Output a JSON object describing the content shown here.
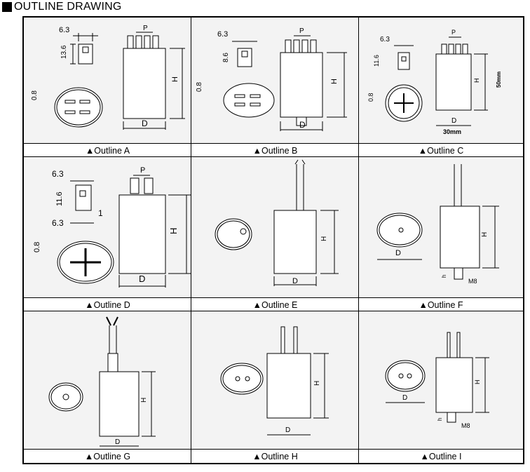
{
  "header": {
    "title": "OUTLINE DRAWING"
  },
  "dims": {
    "p": "P",
    "h": "H",
    "d": "D",
    "h_small": "h",
    "w63": "6.3",
    "h136": "13.6",
    "t08": "0.8",
    "h86": "8.6",
    "h116": "11.6",
    "one": "1",
    "m8": "M8",
    "mm50": "50mm",
    "mm30": "30mm"
  },
  "outlines": [
    {
      "id": "A",
      "caption": "▲Outline A"
    },
    {
      "id": "B",
      "caption": "▲Outline B"
    },
    {
      "id": "C",
      "caption": "▲Outline C"
    },
    {
      "id": "D",
      "caption": "▲Outline D"
    },
    {
      "id": "E",
      "caption": "▲Outline E"
    },
    {
      "id": "F",
      "caption": "▲Outline F"
    },
    {
      "id": "G",
      "caption": "▲Outline G"
    },
    {
      "id": "H",
      "caption": "▲Outline H"
    },
    {
      "id": "I",
      "caption": "▲Outline I"
    }
  ]
}
